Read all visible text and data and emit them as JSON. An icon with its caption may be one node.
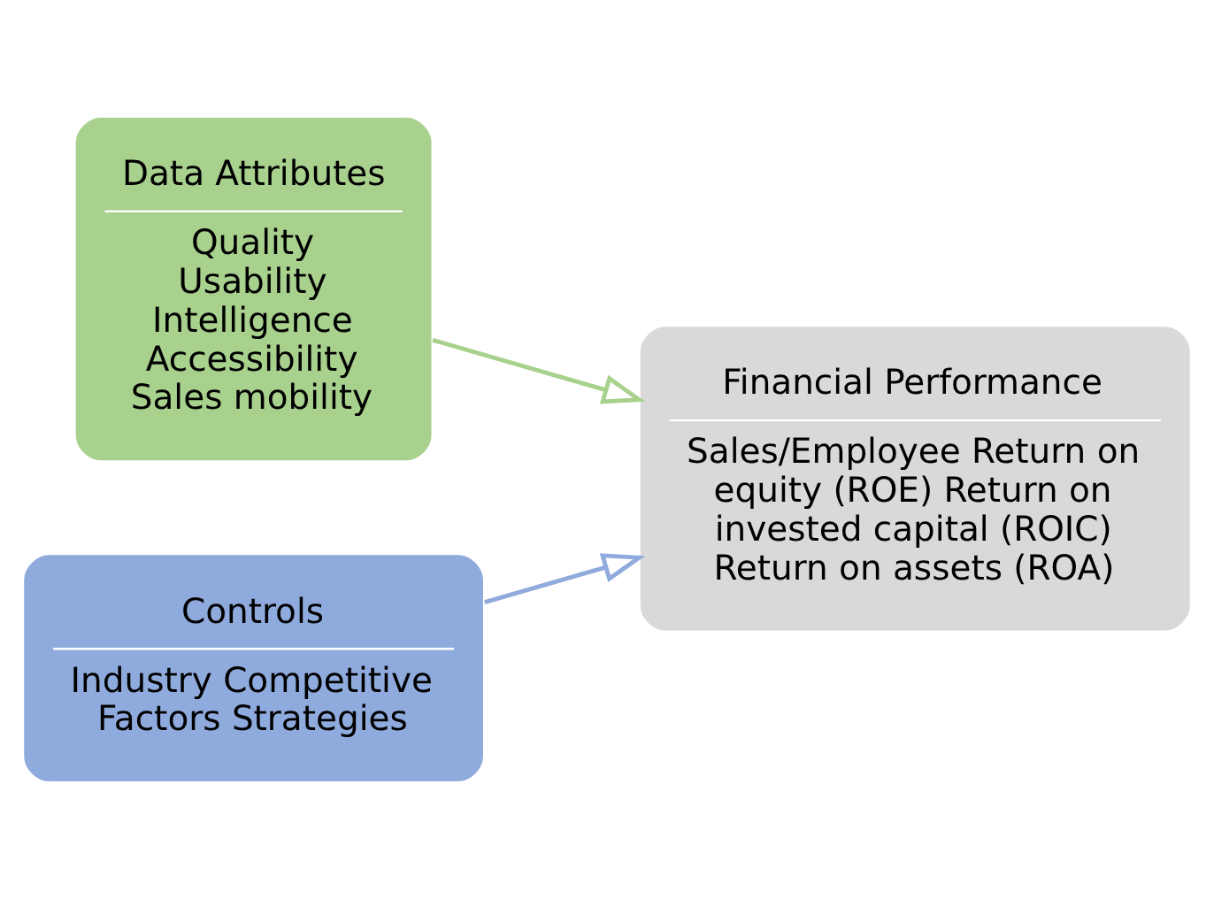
{
  "diagram": {
    "nodes": [
      {
        "text": [
          "Data Attributes",
          "Quality Usability Intelligence Accessibility Sales mobility"
        ]
      },
      {
        "text": [
          "Controls",
          "Industry Competitive Factors Strategies"
        ]
      },
      {
        "text": [
          "Financial Performance",
          "Sales/Employee Return on equity (ROE) Return on invested capital (ROIC) Return on assets (ROA)"
        ]
      }
    ],
    "edges": [
      {
        "from": 0,
        "to": 2,
        "arrow": "to",
        "color": "#a9d18e"
      },
      {
        "from": 1,
        "to": 2,
        "arrow": "to",
        "color": "#8faadc"
      }
    ]
  }
}
